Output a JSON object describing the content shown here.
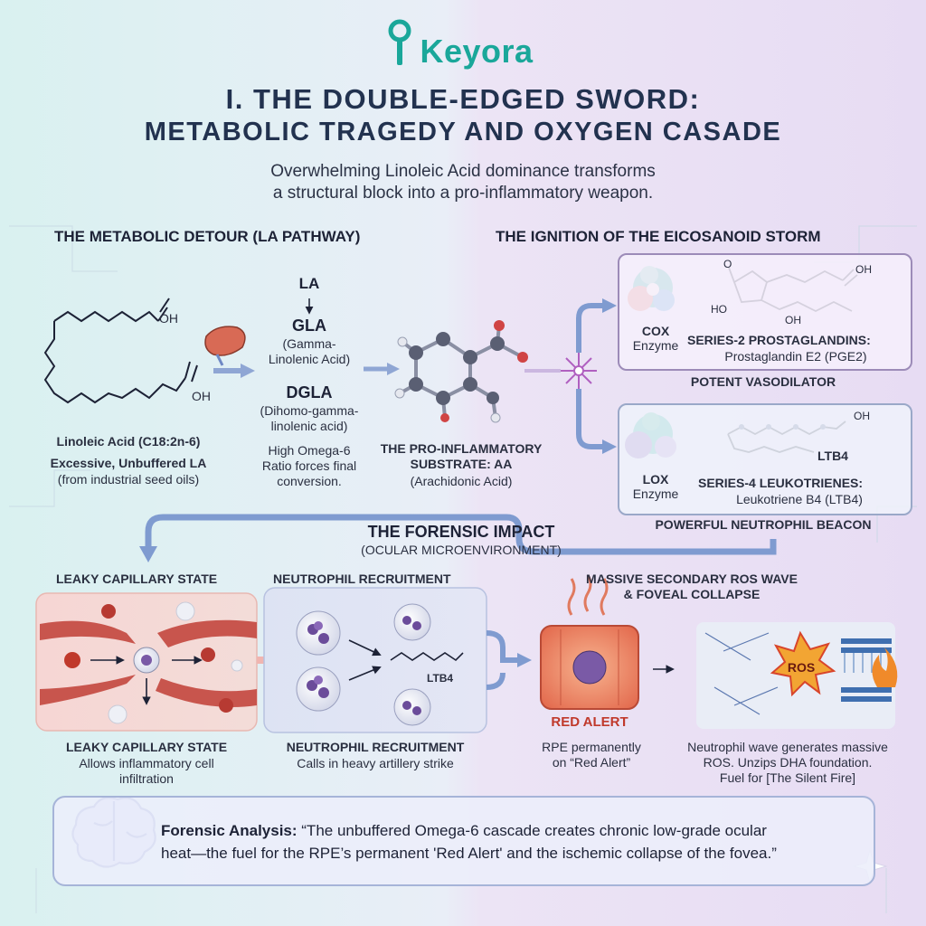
{
  "brand": "Keyora",
  "title_line1": "I. THE DOUBLE-EDGED SWORD:",
  "title_line2": "METABOLIC TRAGEDY AND OXYGEN CASADE",
  "subtitle_line1": "Overwhelming Linoleic Acid dominance transforms",
  "subtitle_line2": "a structural block into a pro-inflammatory weapon.",
  "left_section": {
    "heading": "THE METABOLIC DETOUR (LA PATHWAY)",
    "la_title": "Linoleic Acid (C18:2n-6)",
    "la_sub": "Excessive, Unbuffered LA",
    "la_source": "(from industrial seed oils)",
    "oh1": "OH",
    "oh2": "OH",
    "pathway": {
      "la": "LA",
      "gla": "GLA",
      "gla_full1": "(Gamma-",
      "gla_full2": "Linolenic Acid)",
      "dgla": "DGLA",
      "dgla_full1": "(Dihomo-gamma-",
      "dgla_full2": "linolenic acid)",
      "note1": "High Omega-6",
      "note2": "Ratio forces final",
      "note3": "conversion."
    },
    "aa_title1": "THE PRO-INFLAMMATORY",
    "aa_title2": "SUBSTRATE: AA",
    "aa_sub": "(Arachidonic Acid)"
  },
  "right_section": {
    "heading": "THE IGNITION OF THE EICOSANOID STORM",
    "cox": {
      "enzyme": "COX",
      "enzyme_sub": "Enzyme",
      "series": "SERIES-2 PROSTAGLANDINS:",
      "product": "Prostaglandin E2 (PGE2)",
      "effect": "POTENT VASODILATOR",
      "o_label": "O",
      "oh_top": "OH",
      "oh_bottom": "OH",
      "ho_label": "HO"
    },
    "lox": {
      "enzyme": "LOX",
      "enzyme_sub": "Enzyme",
      "series": "SERIES-4 LEUKOTRIENES:",
      "product": "Leukotriene B4 (LTB4)",
      "effect": "POWERFUL NEUTROPHIL BEACON",
      "mol_label": "LTB4",
      "oh_label": "OH"
    }
  },
  "impact": {
    "heading": "THE FORENSIC IMPACT",
    "sub": "(OCULAR MICROENVIRONMENT)",
    "panel1": {
      "top": "LEAKY CAPILLARY STATE",
      "caption_title": "LEAKY CAPILLARY STATE",
      "caption1": "Allows inflammatory cell",
      "caption2": "infiltration"
    },
    "panel2": {
      "top": "NEUTROPHIL RECRUITMENT",
      "mol_label": "LTB4",
      "caption_title": "NEUTROPHIL RECRUITMENT",
      "caption1": "Calls in heavy artillery strike"
    },
    "panel3": {
      "top1": "MASSIVE SECONDARY ROS WAVE",
      "top2": "& FOVEAL COLLAPSE",
      "alert": "RED ALERT",
      "ros": "ROS",
      "rpe1": "RPE permanently",
      "rpe2": "on “Red Alert”",
      "cap1": "Neutrophil wave generates massive",
      "cap2": "ROS. Unzips DHA foundation.",
      "cap3": "Fuel for [The Silent Fire]"
    }
  },
  "analysis": {
    "label": "Forensic Analysis:",
    "text1": " “The unbuffered Omega-6 cascade creates chronic low-grade ocular",
    "text2": "heat—the fuel for the RPE’s permanent 'Red Alert' and the ischemic collapse of the fovea.”"
  },
  "colors": {
    "teal": "#1aa79a",
    "navy": "#22324f",
    "arrow": "#7f9bd0",
    "red": "#c0392b",
    "purple": "#7a5aa6"
  }
}
